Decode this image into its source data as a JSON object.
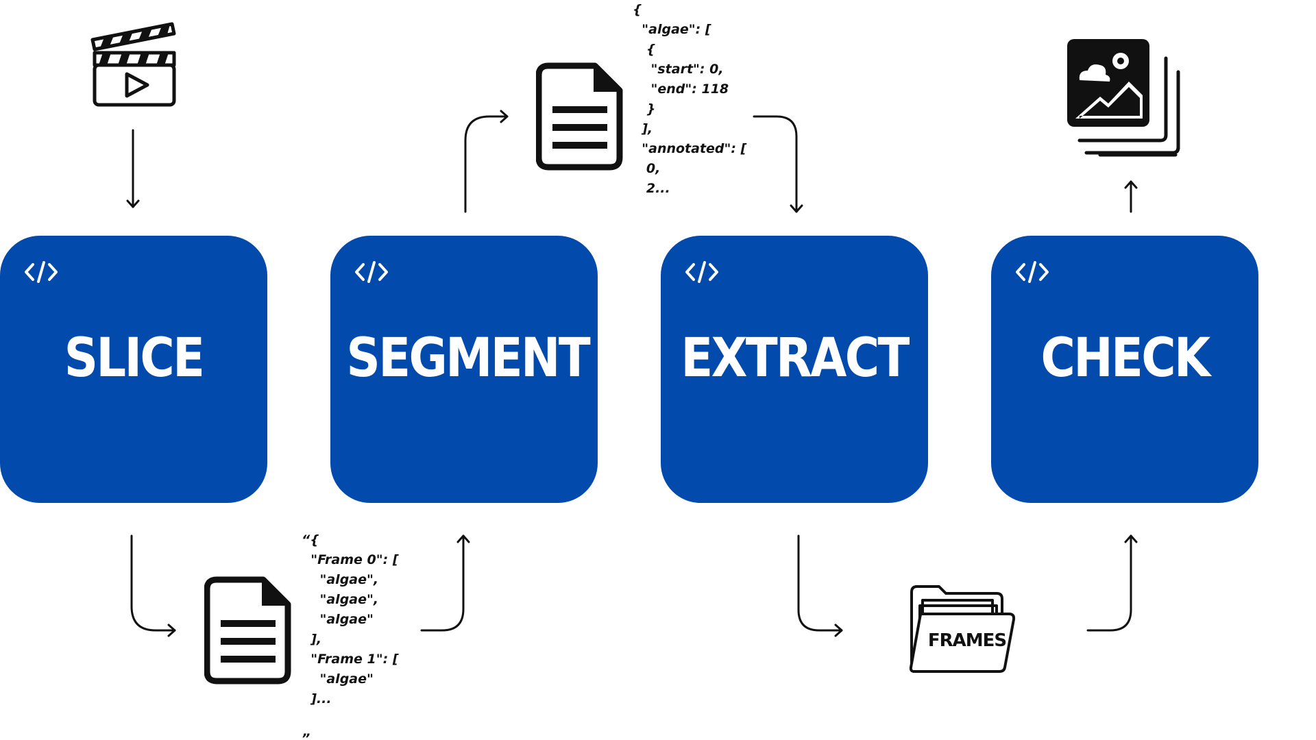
{
  "stages": [
    {
      "id": "slice",
      "label": "SLICE"
    },
    {
      "id": "segment",
      "label": "SEGMENT"
    },
    {
      "id": "extract",
      "label": "EXTRACT"
    },
    {
      "id": "check",
      "label": "CHECK"
    }
  ],
  "segments_json": "{\n  \"algae\": [\n   {\n    \"start\": 0,\n    \"end\": 118\n   }\n  ],\n  \"annotated\": [\n   0,\n   2...",
  "frames_json": "“{\n  \"Frame 0\": [\n    \"algae\",\n    \"algae\",\n    \"algae\"\n  ],\n  \"Frame 1\": [\n    \"algae\"\n  ]...\n\n”",
  "folder_label": "FRAMES",
  "icons": {
    "input": "video-clapperboard-icon",
    "document": "document-icon",
    "folder": "folder-icon",
    "output": "image-stack-icon",
    "stage": "code-icon"
  },
  "colors": {
    "stage_fill": "#034aad",
    "stage_text": "#ffffff",
    "ink": "#111111"
  }
}
